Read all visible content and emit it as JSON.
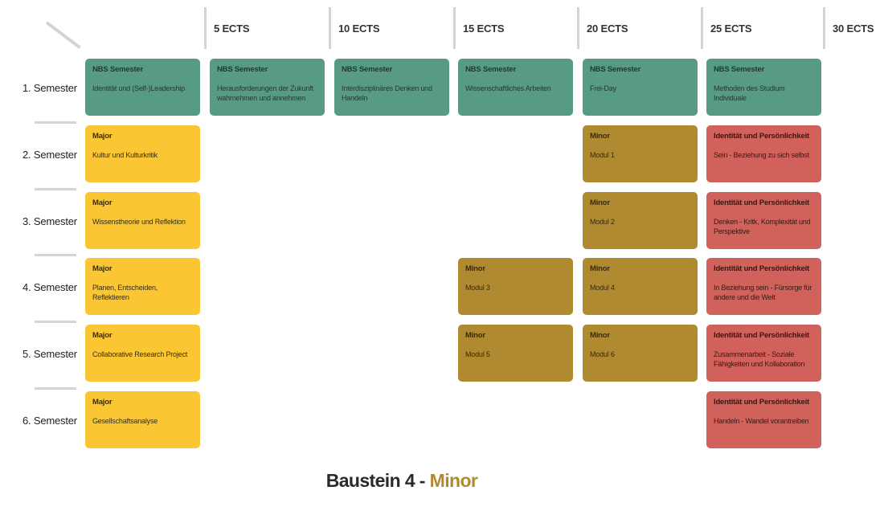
{
  "colors": {
    "nbs": "#579b85",
    "major": "#fbc634",
    "minor": "#b08a30",
    "identity": "#d0625b",
    "nbs_text": "#1f3a30",
    "major_text": "#3a2e08",
    "minor_text": "#3a2a0a",
    "identity_text": "#3d1512"
  },
  "columns": [
    "5 ECTS",
    "10 ECTS",
    "15 ECTS",
    "20 ECTS",
    "25 ECTS",
    "30 ECTS"
  ],
  "semesters": [
    "1. Semester",
    "2. Semester",
    "3. Semester",
    "4. Semester",
    "5. Semester",
    "6. Semester"
  ],
  "cards": [
    {
      "row": 0,
      "col": 0,
      "type": "nbs",
      "title": "NBS Semester",
      "subtitle": "Identität und (Self-)Leadership"
    },
    {
      "row": 0,
      "col": 1,
      "type": "nbs",
      "title": "NBS Semester",
      "subtitle": "Herausforderungen der Zukunft wahrnehmen und annehmen"
    },
    {
      "row": 0,
      "col": 2,
      "type": "nbs",
      "title": "NBS Semester",
      "subtitle": "Interdisziplinäres Denken und Handeln"
    },
    {
      "row": 0,
      "col": 3,
      "type": "nbs",
      "title": "NBS Semester",
      "subtitle": "Wissenschaftliches Arbeiten"
    },
    {
      "row": 0,
      "col": 4,
      "type": "nbs",
      "title": "NBS Semester",
      "subtitle": "Frei-Day"
    },
    {
      "row": 0,
      "col": 5,
      "type": "nbs",
      "title": "NBS Semester",
      "subtitle": "Methoden des Studium Individuale"
    },
    {
      "row": 1,
      "col": 0,
      "type": "major",
      "title": "Major",
      "subtitle": "Kultur und Kulturkritik"
    },
    {
      "row": 1,
      "col": 4,
      "type": "minor",
      "title": "Minor",
      "subtitle": "Modul 1"
    },
    {
      "row": 1,
      "col": 5,
      "type": "identity",
      "title": "Identität und Persönlichkeit",
      "subtitle": "Sein - Beziehung zu sich selbst"
    },
    {
      "row": 2,
      "col": 0,
      "type": "major",
      "title": "Major",
      "subtitle": "Wissenstheorie und Reflektion"
    },
    {
      "row": 2,
      "col": 4,
      "type": "minor",
      "title": "Minor",
      "subtitle": "Modul 2"
    },
    {
      "row": 2,
      "col": 5,
      "type": "identity",
      "title": "Identität und Persönlichkeit",
      "subtitle": "Denken - Kritk, Komplexität und Perspektive"
    },
    {
      "row": 3,
      "col": 0,
      "type": "major",
      "title": "Major",
      "subtitle": "Planen, Entscheiden, Reflektieren"
    },
    {
      "row": 3,
      "col": 3,
      "type": "minor",
      "title": "Minor",
      "subtitle": "Modul 3"
    },
    {
      "row": 3,
      "col": 4,
      "type": "minor",
      "title": "Minor",
      "subtitle": "Modul 4"
    },
    {
      "row": 3,
      "col": 5,
      "type": "identity",
      "title": "Identität und Persönlichkeit",
      "subtitle": "In Beziehung sein - Fürsorge für andere und die Welt"
    },
    {
      "row": 4,
      "col": 0,
      "type": "major",
      "title": "Major",
      "subtitle": "Collaborative Research Project"
    },
    {
      "row": 4,
      "col": 3,
      "type": "minor",
      "title": "Minor",
      "subtitle": "Modul 5"
    },
    {
      "row": 4,
      "col": 4,
      "type": "minor",
      "title": "Minor",
      "subtitle": "Modul 6"
    },
    {
      "row": 4,
      "col": 5,
      "type": "identity",
      "title": "Identität und Persönlichkeit",
      "subtitle": "Zusammenarbeit - Soziale Fähigkeiten und Kollaboration"
    },
    {
      "row": 5,
      "col": 0,
      "type": "major",
      "title": "Major",
      "subtitle": "Gesellschaftsanalyse"
    },
    {
      "row": 5,
      "col": 5,
      "type": "identity",
      "title": "Identität und Persönlichkeit",
      "subtitle": "Handeln - Wandel vorantreiben"
    }
  ],
  "footer": {
    "prefix": "Baustein 4 - ",
    "accent": "Minor"
  }
}
